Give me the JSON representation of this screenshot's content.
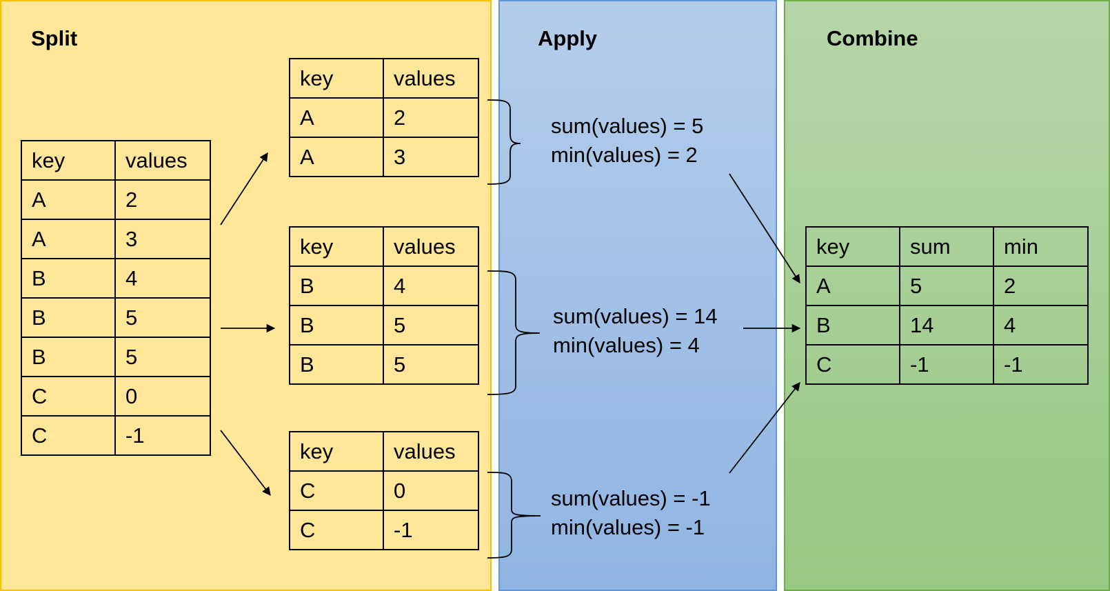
{
  "split": {
    "title": "Split",
    "source_table": {
      "headers": [
        "key",
        "values"
      ],
      "rows": [
        [
          "A",
          "2"
        ],
        [
          "A",
          "3"
        ],
        [
          "B",
          "4"
        ],
        [
          "B",
          "5"
        ],
        [
          "B",
          "5"
        ],
        [
          "C",
          "0"
        ],
        [
          "C",
          "-1"
        ]
      ]
    },
    "groups": [
      {
        "headers": [
          "key",
          "values"
        ],
        "rows": [
          [
            "A",
            "2"
          ],
          [
            "A",
            "3"
          ]
        ]
      },
      {
        "headers": [
          "key",
          "values"
        ],
        "rows": [
          [
            "B",
            "4"
          ],
          [
            "B",
            "5"
          ],
          [
            "B",
            "5"
          ]
        ]
      },
      {
        "headers": [
          "key",
          "values"
        ],
        "rows": [
          [
            "C",
            "0"
          ],
          [
            "C",
            "-1"
          ]
        ]
      }
    ]
  },
  "apply": {
    "title": "Apply",
    "results": [
      {
        "sum": "sum(values)  = 5",
        "min": "min(values)  = 2"
      },
      {
        "sum": "sum(values)  = 14",
        "min": "min(values)  = 4"
      },
      {
        "sum": "sum(values)  = -1",
        "min": "min(values)  = -1"
      }
    ]
  },
  "combine": {
    "title": "Combine",
    "table": {
      "headers": [
        "key",
        "sum",
        "min"
      ],
      "rows": [
        [
          "A",
          "5",
          "2"
        ],
        [
          "B",
          "14",
          "4"
        ],
        [
          "C",
          "-1",
          "-1"
        ]
      ]
    }
  },
  "colors": {
    "split_fill": "#ffe699",
    "split_border": "#ffc000",
    "apply_fill": "#a4c2ea",
    "apply_border": "#5b9bd5",
    "combine_fill": "#a9d08e",
    "combine_border": "#70ad47"
  }
}
